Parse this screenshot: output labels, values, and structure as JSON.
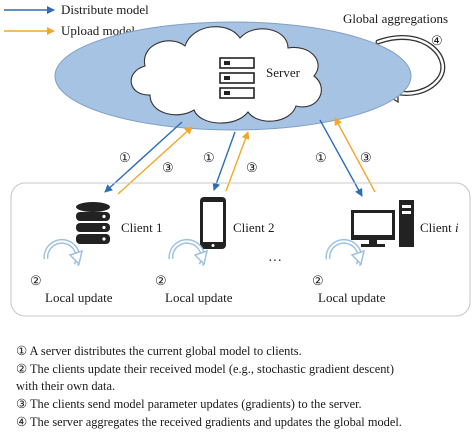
{
  "legend": {
    "distribute": "Distribute model",
    "upload": "Upload model"
  },
  "server_label": "Server",
  "global_aggregations": "Global aggregations",
  "markers": {
    "step1": "①",
    "step2": "②",
    "step3": "③",
    "step4": "④"
  },
  "clients": [
    {
      "label": "Client 1",
      "local": "Local update"
    },
    {
      "label": "Client 2",
      "local": "Local update"
    },
    {
      "label": "Client ",
      "label_italic": "i",
      "local": "Local update"
    }
  ],
  "ellipsis": "···",
  "steps": [
    "① A server distributes the current global model to clients.",
    "② The clients update their received model (e.g., stochastic gradient descent)",
    "with their own data.",
    "③ The clients send model parameter updates (gradients) to the server.",
    "④ The server aggregates the received gradients and updates the global model."
  ],
  "colors": {
    "distribute": "#2e6db4",
    "upload": "#f2a72a",
    "ellipse_fill": "#a6c3e3",
    "ellipse_stroke": "#7f9fc4",
    "local_arrow": "#9dc1e0",
    "box_stroke": "#c8c8c8"
  }
}
